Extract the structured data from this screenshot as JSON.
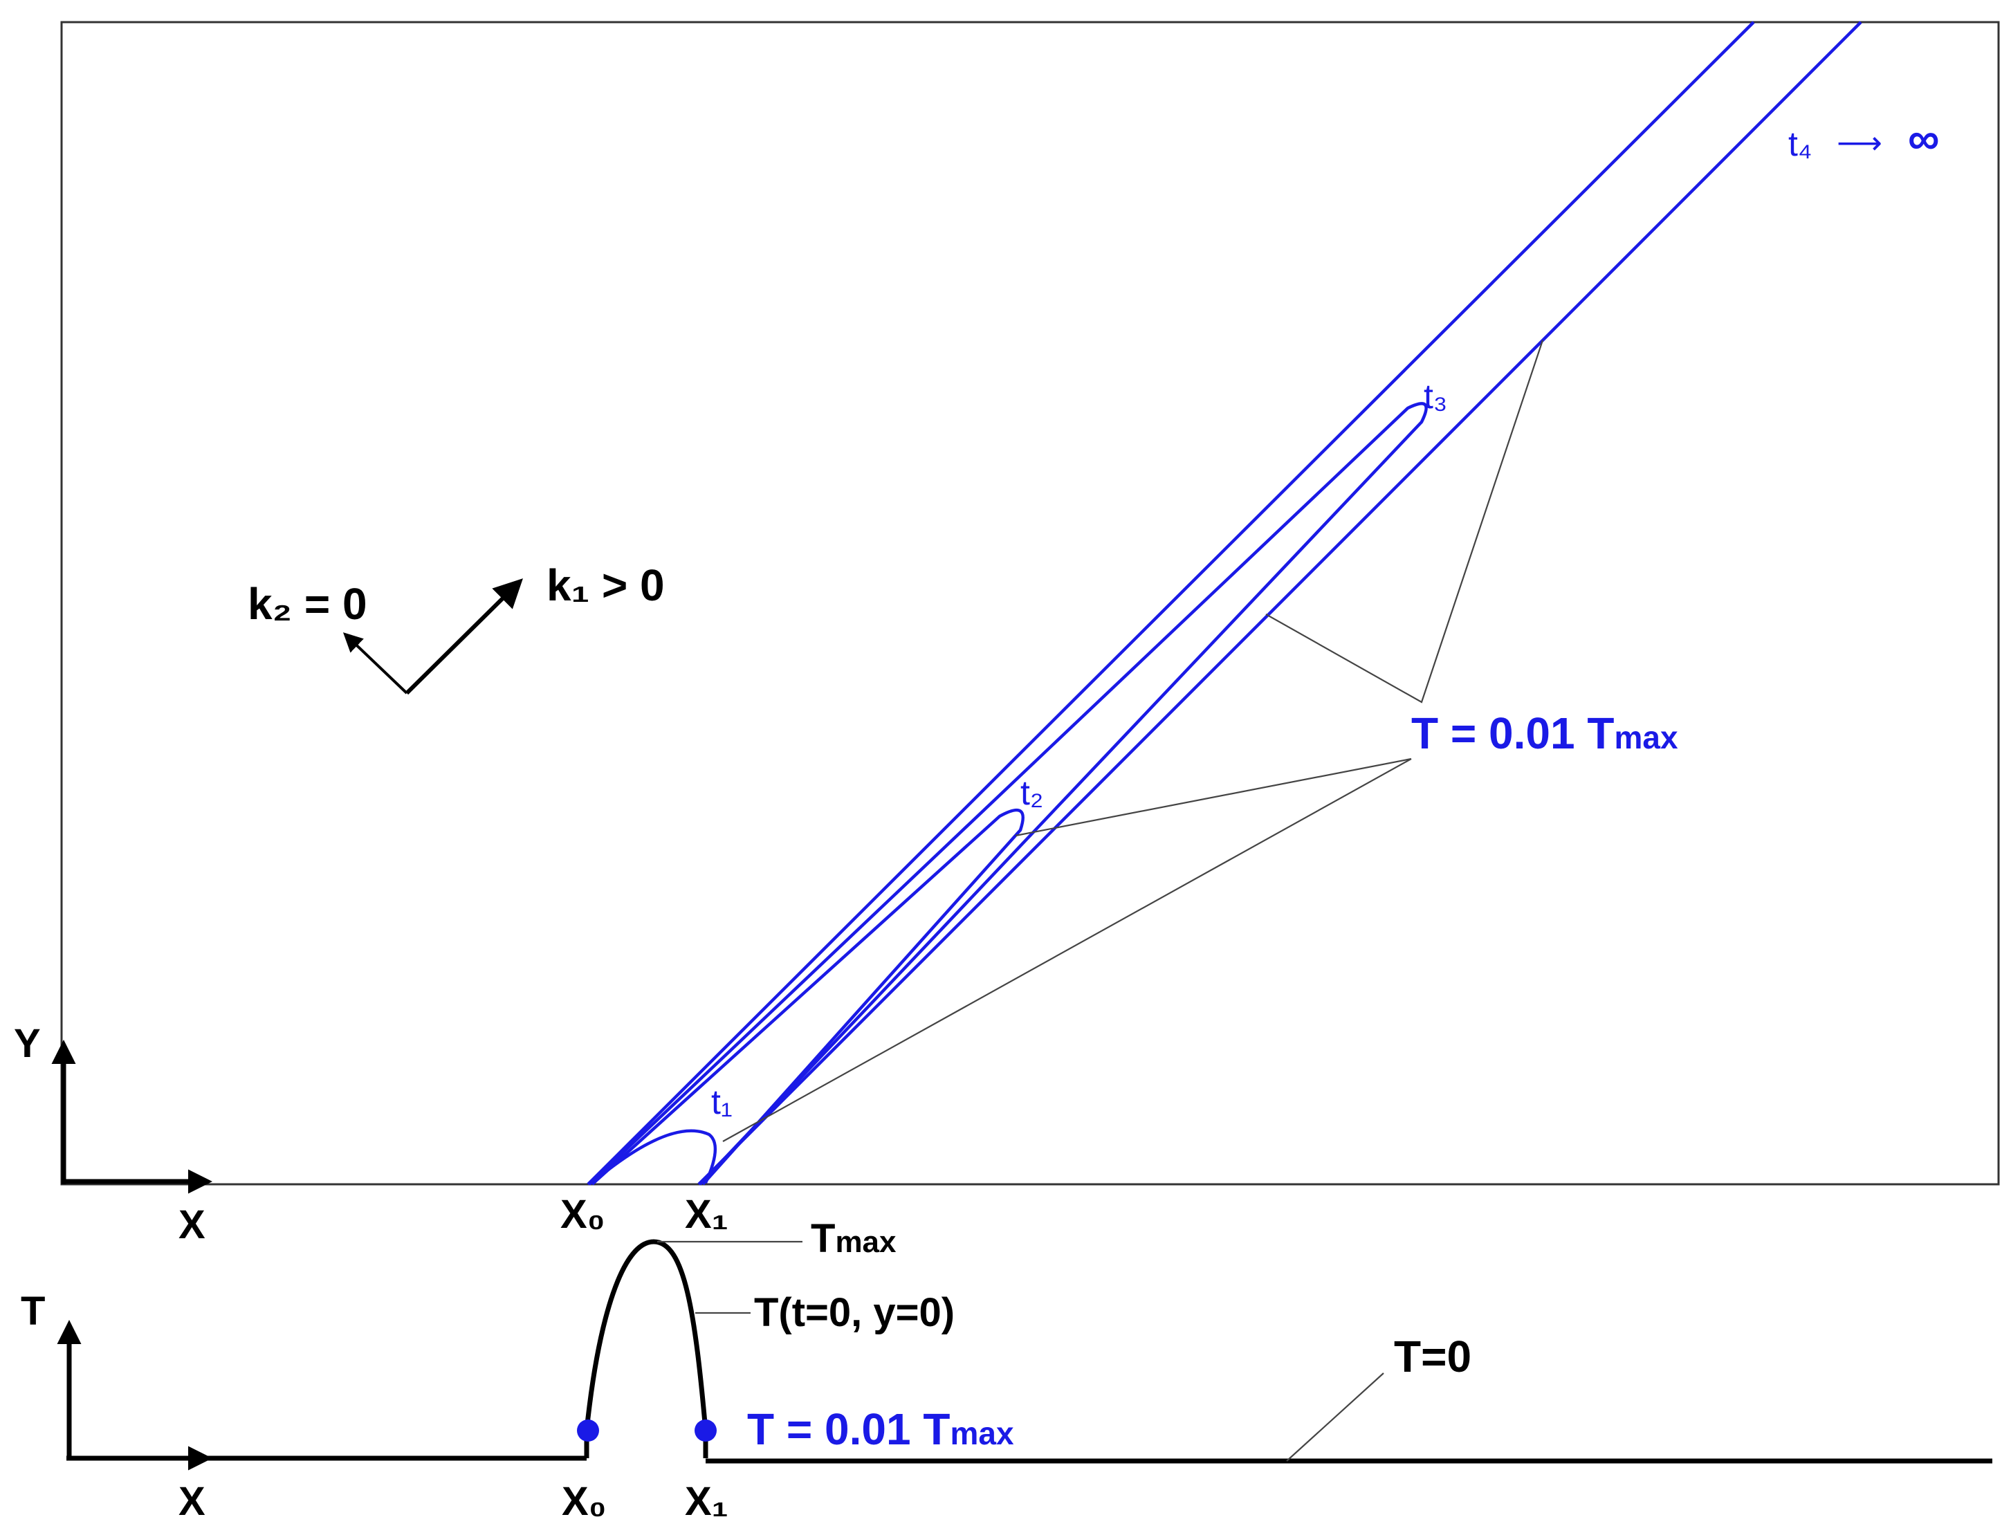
{
  "plane": {
    "y_axis_label": "Y",
    "x_axis_label": "X",
    "k2_label": "k₂ = 0",
    "k1_label": "k₁ > 0",
    "x0_label": "X₀",
    "x1_label": "X₁",
    "t1_label": "t₁",
    "t2_label": "t₂",
    "t3_label": "t₃",
    "t4_label": "t₄",
    "t4_arrow": "⟶",
    "t4_infinity": "∞",
    "contour_label_main": "T = 0.01 T",
    "contour_label_sub": "max"
  },
  "profile": {
    "t_axis_label": "T",
    "x_axis_label": "X",
    "tmax_main": "T",
    "tmax_sub": "max",
    "curve_label": "T(t=0, y=0)",
    "t_zero_label": "T=0",
    "level_label_main": "T = 0.01 T",
    "level_label_sub": "max",
    "x0_label": "X₀",
    "x1_label": "X₁"
  },
  "colors": {
    "contour": "#1a1ae6",
    "ink": "#000000",
    "leader": "#444444"
  }
}
